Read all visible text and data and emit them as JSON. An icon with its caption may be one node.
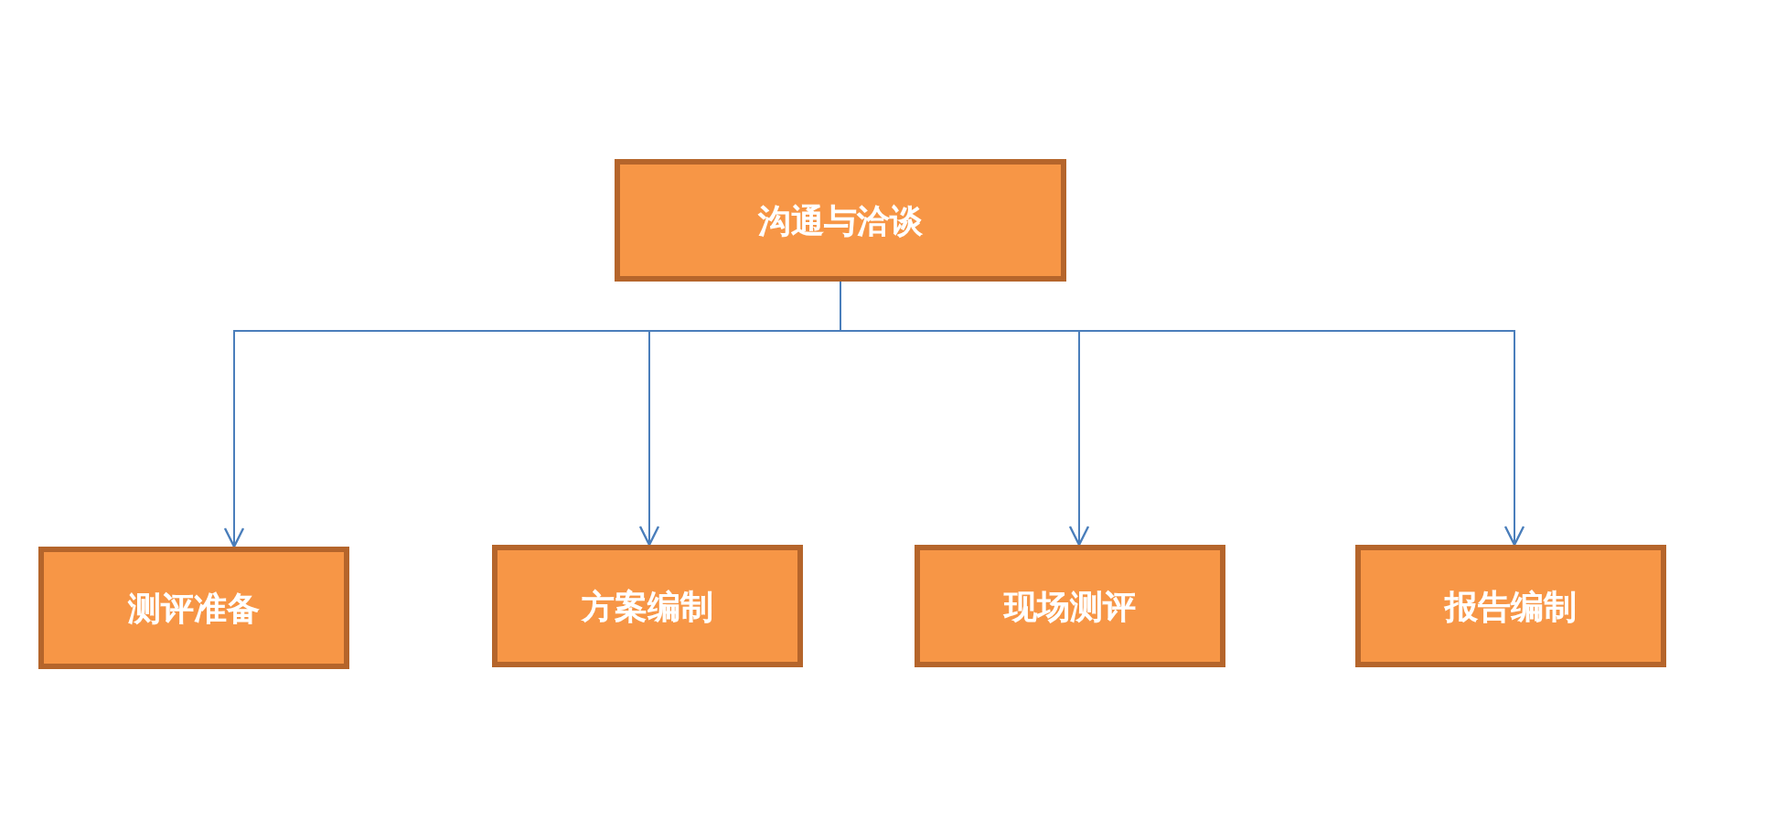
{
  "diagram": {
    "nodes": [
      {
        "text": [
          "沟通与洽谈"
        ]
      },
      {
        "text": [
          "测评准备"
        ]
      },
      {
        "text": [
          "方案编制"
        ]
      },
      {
        "text": [
          "现场测评"
        ]
      },
      {
        "text": [
          "报告编制"
        ]
      }
    ],
    "edges": [
      {
        "from": 0,
        "to": 1,
        "arrow": "to"
      },
      {
        "from": 0,
        "to": 2,
        "arrow": "to"
      },
      {
        "from": 0,
        "to": 3,
        "arrow": "to"
      },
      {
        "from": 0,
        "to": 4,
        "arrow": "to"
      }
    ]
  }
}
